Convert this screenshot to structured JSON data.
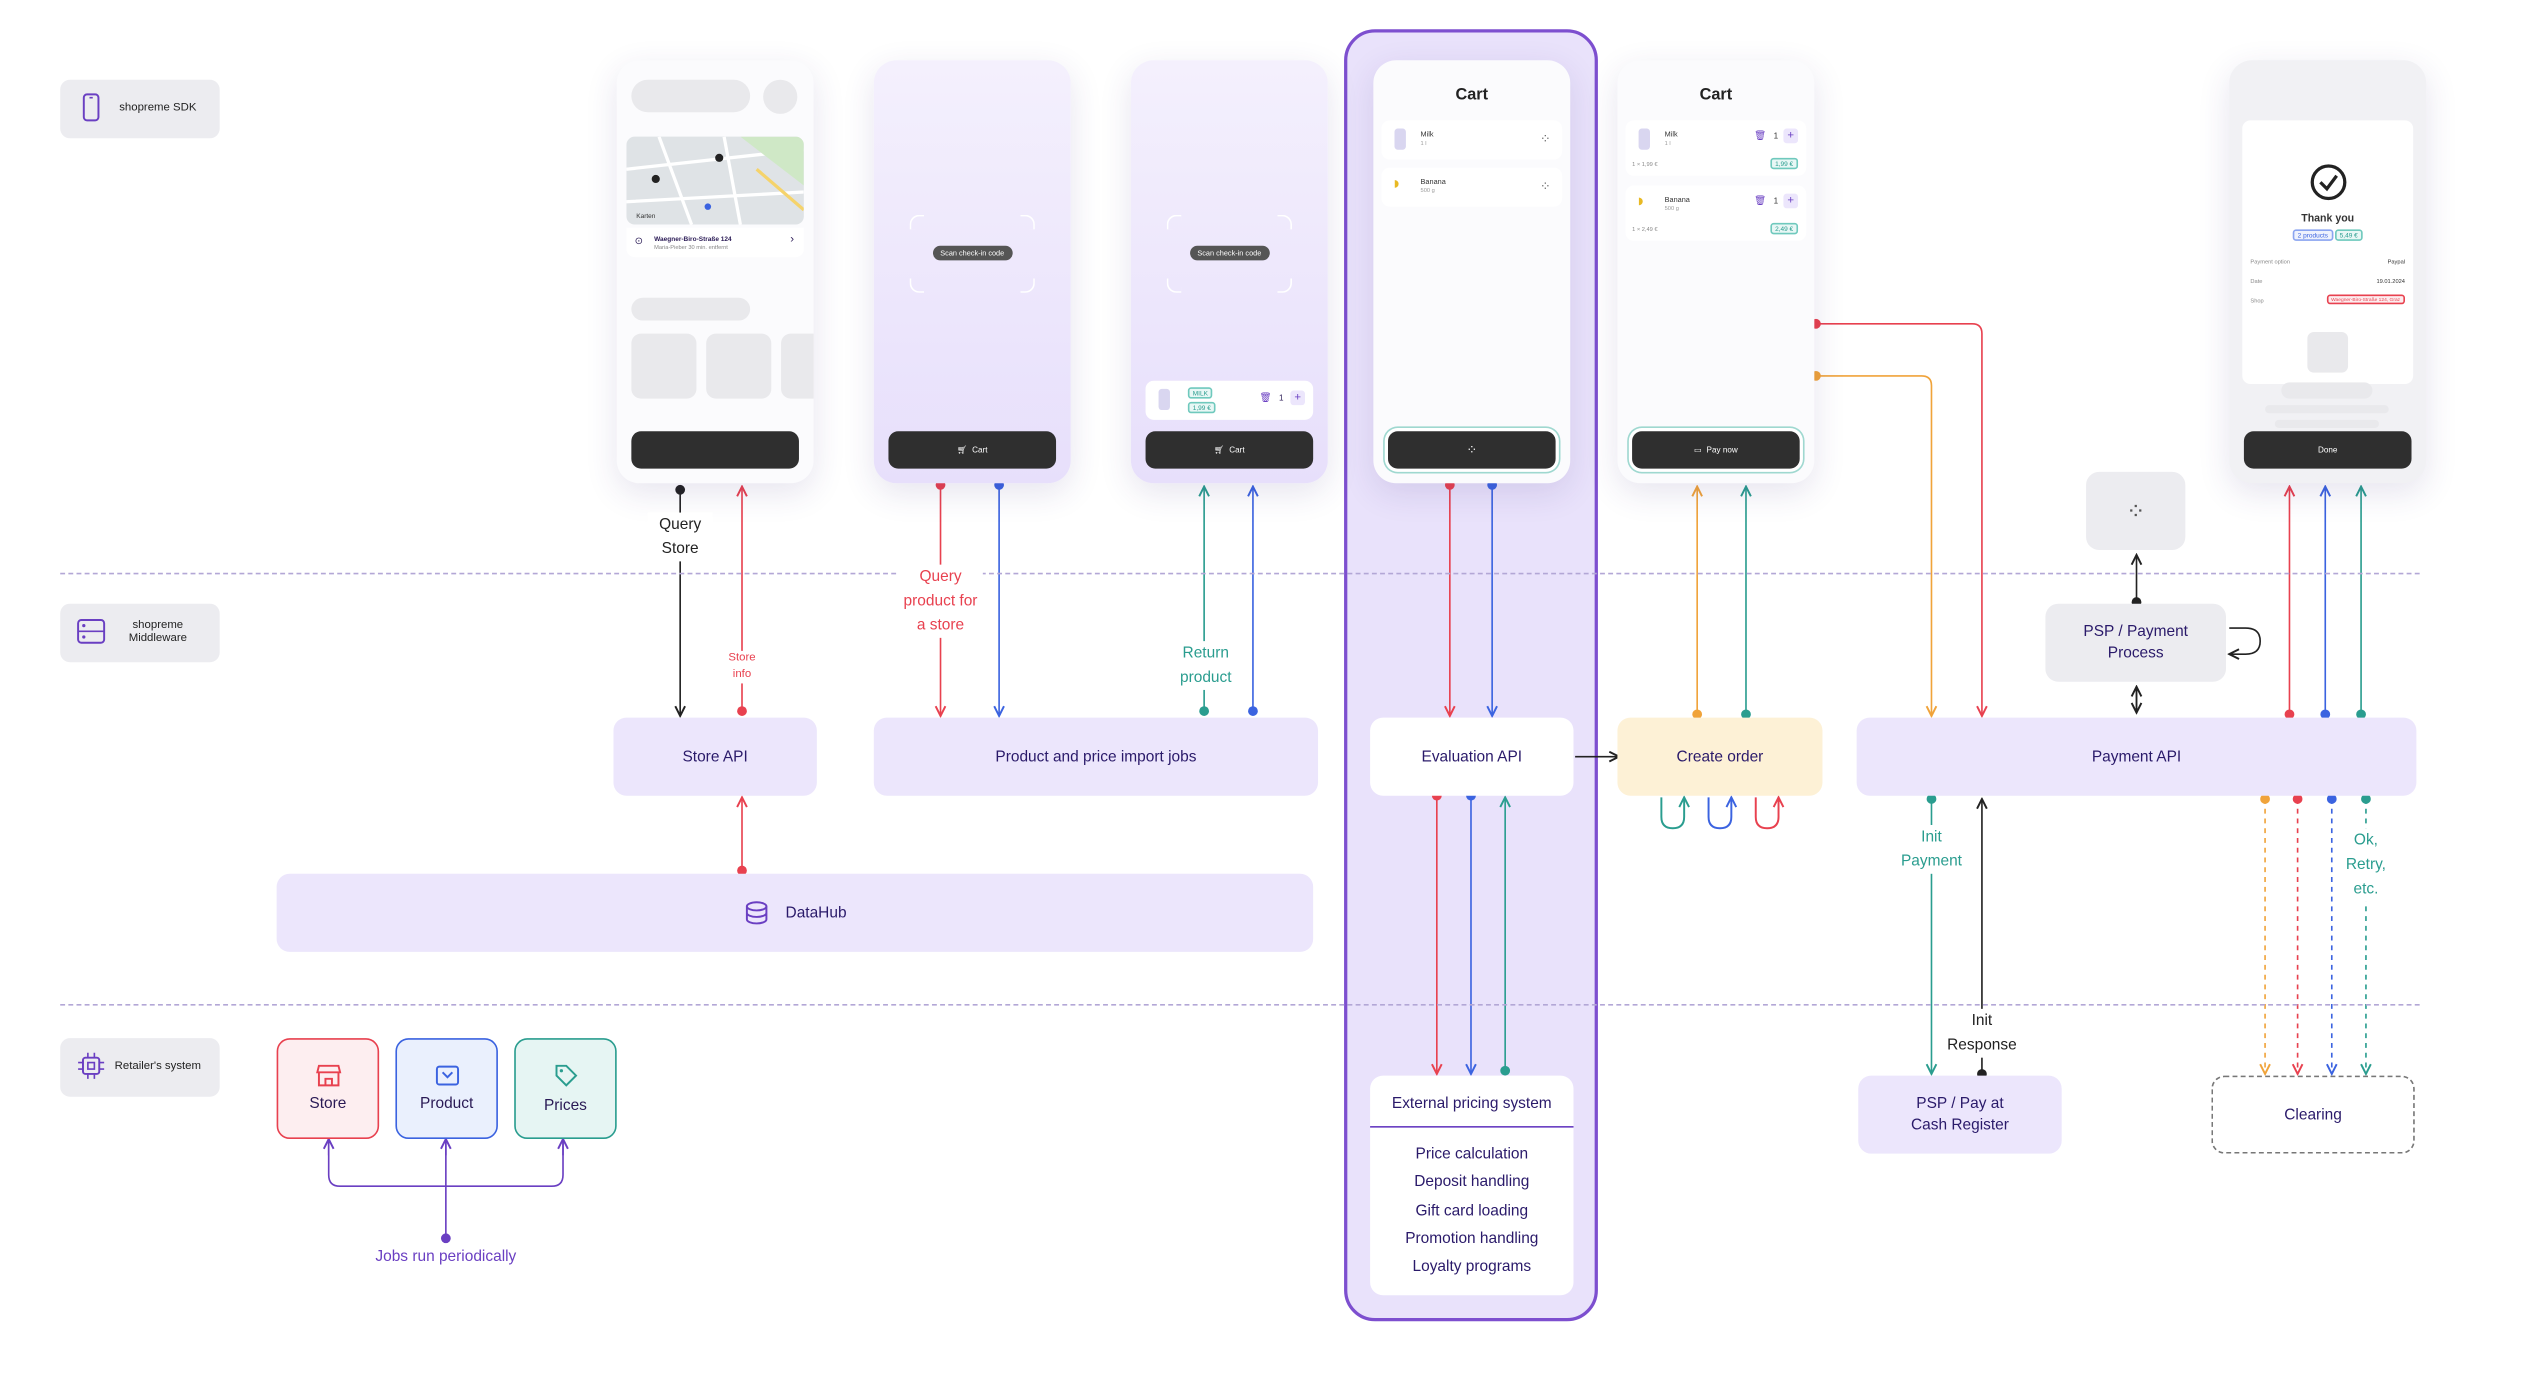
{
  "layers": {
    "sdk": "shopreme SDK",
    "middleware": "shopreme Middleware",
    "retailer": "Retailer's system"
  },
  "phones": {
    "scan_pill": "Scan check-in code",
    "cart_button": "Cart",
    "cart_title": "Cart",
    "store_name": "Waegner-Biro-Straße 124",
    "store_sub": "Maria-Pieber 30 min. entfernt",
    "map_label": "Karten",
    "returned_item_tags": [
      "MILK",
      "1,99 €"
    ],
    "cart_items": [
      {
        "name": "Milk",
        "qty": "1 l",
        "price": "1,99 €"
      },
      {
        "name": "Banana",
        "qty": "500 g",
        "price": "2,49 €"
      }
    ],
    "item_price_left": [
      "1 × 1,99 €",
      "1 × 2,49 €"
    ],
    "pay_button": "Pay now",
    "done_button": "Done",
    "thank_you": {
      "title": "Thank you",
      "badges": [
        "2 products",
        "5,49 €"
      ],
      "rows": [
        {
          "label": "Payment option",
          "value": "Paypal"
        },
        {
          "label": "Date",
          "value": "19.01.2024"
        },
        {
          "label": "Shop",
          "value": "Waegner-Biro-Straße 124, Graz"
        }
      ]
    }
  },
  "boxes": {
    "store_api": "Store API",
    "import_jobs": "Product and price import jobs",
    "evaluation_api": "Evaluation API",
    "create_order": "Create order",
    "payment_api": "Payment API",
    "datahub": "DataHub",
    "psp_process": "PSP / Payment Process",
    "psp_cash": "PSP / Pay at Cash Register",
    "clearing": "Clearing",
    "external_pricing": "External pricing system",
    "pricing_features": [
      "Price calculation",
      "Deposit handling",
      "Gift card loading",
      "Promotion handling",
      "Loyalty programs"
    ],
    "retailer_items": [
      "Store",
      "Product",
      "Prices"
    ]
  },
  "labels": {
    "query_store": "Query Store",
    "store_info": "Store info",
    "query_product": "Query product for a store",
    "return_product": "Return product",
    "init_payment": "Init Payment",
    "init_response": "Init Response",
    "ok_retry": "Ok, Retry, etc.",
    "jobs_periodically": "Jobs run periodically"
  },
  "colors": {
    "red": "#e8414f",
    "blue": "#3b63e0",
    "teal": "#2a9d8f",
    "orange": "#f0a33a",
    "purple": "#6a3fc2",
    "black": "#222222",
    "lavender": "#ece6fc",
    "order_yellow": "#fdf1d6"
  }
}
